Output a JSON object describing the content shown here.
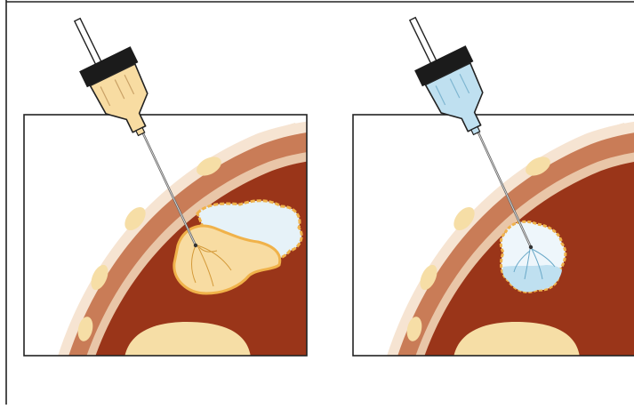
{
  "figure": {
    "panels": [
      {
        "name": "left-panel",
        "syringe_fluid": "ethanol-yellow",
        "lesion_fill": "yellow-with-blue-top"
      },
      {
        "name": "right-panel",
        "syringe_fluid": "saline-blue",
        "lesion_fill": "blue-small"
      }
    ]
  },
  "colors": {
    "frame": "#222222",
    "skin_outer": "#f6e4d2",
    "tissue_tan": "#c97c57",
    "tissue_dark": "#8e3b21",
    "organ": "#9a3519",
    "organ_deep": "#87301a",
    "fat_pads": "#f6dea6",
    "yellow_fluid": "#f8dca2",
    "blue_fluid": "#bfe0f0",
    "syringe_band": "#1b1b1b",
    "needle": "#6a6a6a",
    "lesion_border": "#f0b24a"
  },
  "icons": {
    "syringe": "syringe-icon",
    "needle": "needle-icon"
  }
}
